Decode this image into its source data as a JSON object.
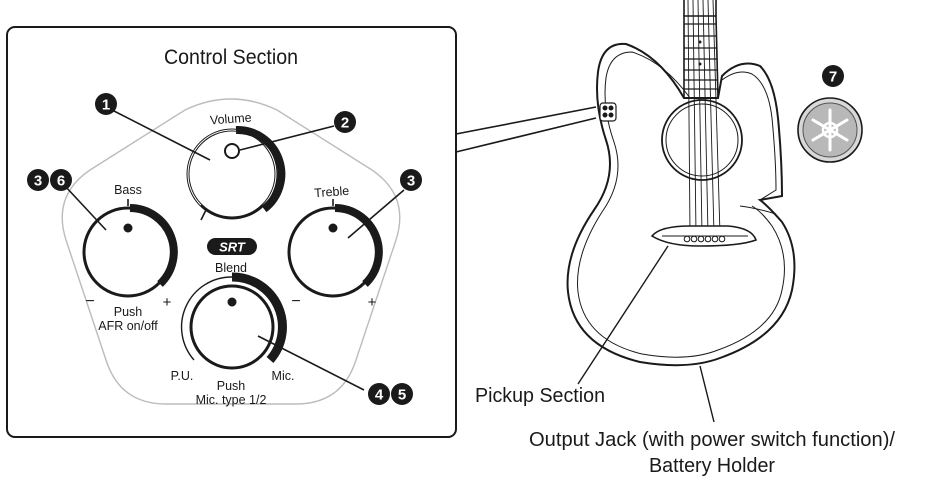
{
  "panel": {
    "title": "Control Section",
    "knobs": {
      "volume": {
        "label": "Volume"
      },
      "bass": {
        "label": "Bass",
        "minus": "−",
        "plus": "+",
        "push_label": "Push",
        "push_function": "AFR on/off"
      },
      "treble": {
        "label": "Treble",
        "minus": "−",
        "plus": "+"
      },
      "blend": {
        "label": "Blend",
        "left": "P.U.",
        "right": "Mic.",
        "push_label": "Push",
        "push_function": "Mic. type 1/2"
      }
    },
    "logo": "SRT",
    "callouts": [
      "1",
      "2",
      "3",
      "6",
      "3",
      "4",
      "5"
    ]
  },
  "guitar": {
    "badge_number": "7",
    "pickup_label": "Pickup Section",
    "output_label_line1": "Output Jack (with power switch function)/",
    "output_label_line2": "Battery Holder"
  }
}
